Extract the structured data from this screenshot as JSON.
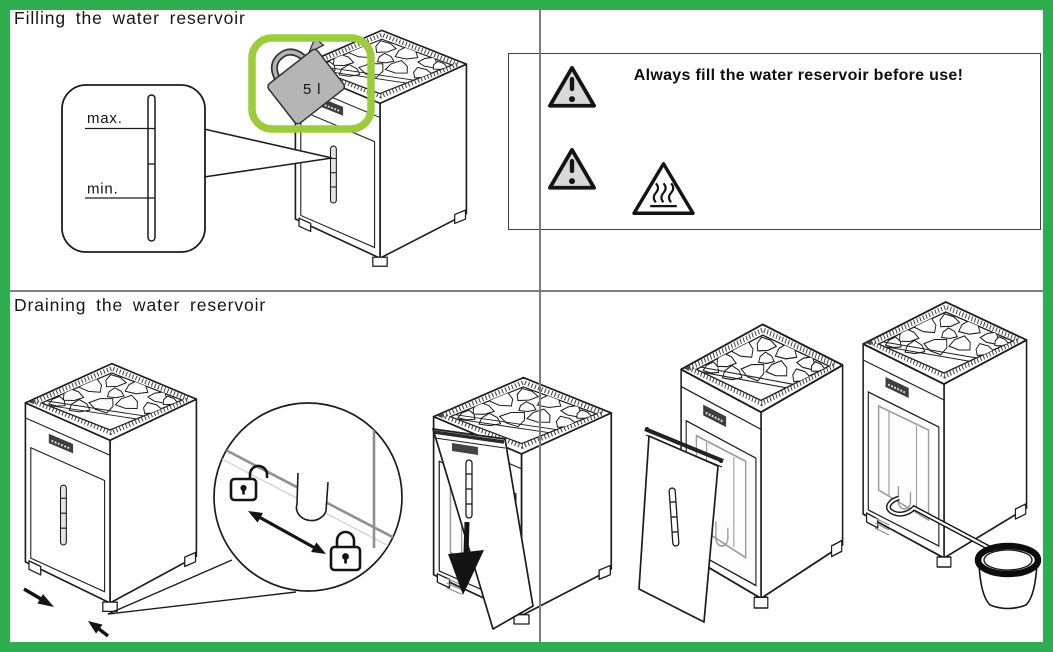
{
  "sections": {
    "filling": {
      "title": "Filling the water reservoir",
      "gauge_callout": {
        "max_label": "max.",
        "min_label": "min."
      },
      "jug_label": "5 l"
    },
    "warning": {
      "message": "Always fill the water reservoir before use!"
    },
    "draining": {
      "title": "Draining the water reservoir"
    }
  },
  "icons": {
    "warning": "warning-triangle",
    "hot_surface": "hot-surface-triangle",
    "unlocked": "open-padlock",
    "locked": "closed-padlock",
    "drop_door": "large-down-arrow",
    "slide_lock": "double-headed-arrow"
  },
  "colors": {
    "frame_green": "#2fae4f",
    "highlight_green": "#9ccb3c",
    "divider_gray": "#7d7d7d",
    "triangle_fill": "#d8d8d8",
    "jug_gray": "#b5b5b5"
  }
}
